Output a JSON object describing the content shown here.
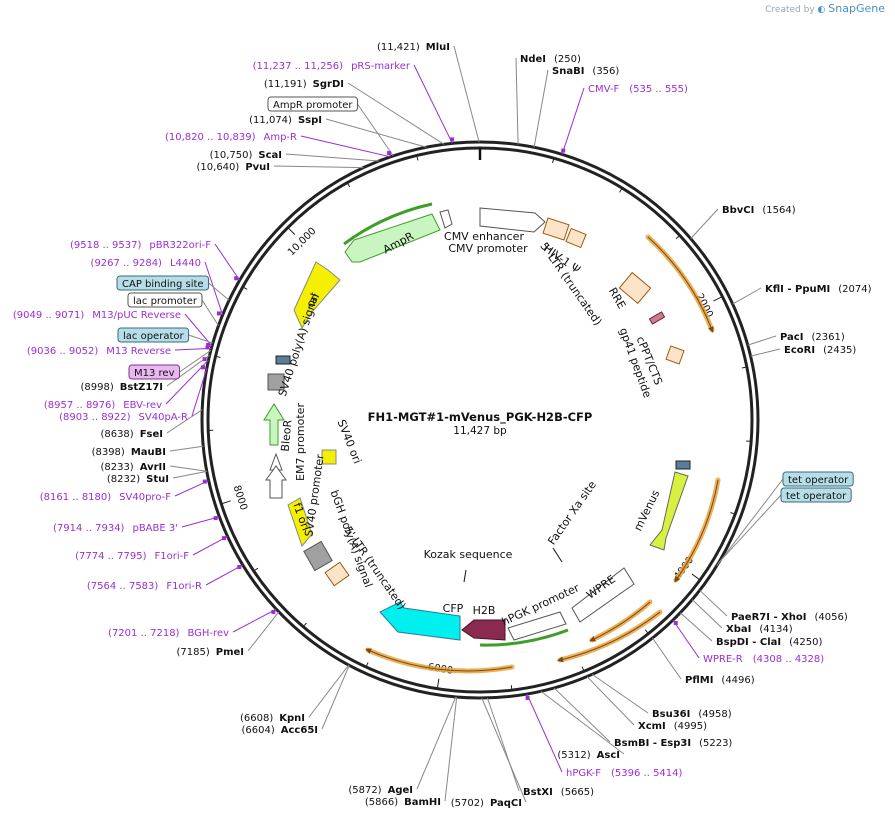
{
  "credit": {
    "text": "Created by",
    "brand": "SnapGene"
  },
  "title": "FH1-MGT#1-mVenus_PGK-H2B-CFP",
  "length_label": "11,427 bp",
  "length": 11427,
  "ticks": [
    "2000",
    "4000",
    "6000",
    "8000",
    "10,000"
  ],
  "colors": {
    "primer": "#9a2fd0",
    "orf_outline": "#e8a23a",
    "backbone": "#222222"
  },
  "enzymes": [
    {
      "name": "MluI",
      "pos": "(11,421)",
      "at": 11421
    },
    {
      "name": "NdeI",
      "pos": "(250)",
      "at": 250
    },
    {
      "name": "SnaBI",
      "pos": "(356)",
      "at": 356
    },
    {
      "name": "SgrDI",
      "pos": "(11,191)",
      "at": 11191
    },
    {
      "name": "SspI",
      "pos": "(11,074)",
      "at": 11074
    },
    {
      "name": "ScaI",
      "pos": "(10,750)",
      "at": 10750
    },
    {
      "name": "PvuI",
      "pos": "(10,640)",
      "at": 10640
    },
    {
      "name": "BbvCI",
      "pos": "(1564)",
      "at": 1564
    },
    {
      "name": "KflI - PpuMI",
      "pos": "(2074)",
      "at": 2074
    },
    {
      "name": "PacI",
      "pos": "(2361)",
      "at": 2361
    },
    {
      "name": "EcoRI",
      "pos": "(2435)",
      "at": 2435
    },
    {
      "name": "BstZ17I",
      "pos": "(8998)",
      "at": 8998
    },
    {
      "name": "FseI",
      "pos": "(8638)",
      "at": 8638
    },
    {
      "name": "MauBI",
      "pos": "(8398)",
      "at": 8398
    },
    {
      "name": "AvrII",
      "pos": "(8233)",
      "at": 8233
    },
    {
      "name": "StuI",
      "pos": "(8232)",
      "at": 8232
    },
    {
      "name": "PmeI",
      "pos": "(7185)",
      "at": 7185
    },
    {
      "name": "KpnI",
      "pos": "(6608)",
      "at": 6608
    },
    {
      "name": "Acc65I",
      "pos": "(6604)",
      "at": 6604
    },
    {
      "name": "AgeI",
      "pos": "(5872)",
      "at": 5872
    },
    {
      "name": "BamHI",
      "pos": "(5866)",
      "at": 5866
    },
    {
      "name": "BstXI",
      "pos": "(5665)",
      "at": 5665
    },
    {
      "name": "PaqCI",
      "pos": "(5702)",
      "at": 5702
    },
    {
      "name": "AscI",
      "pos": "(5312)",
      "at": 5312
    },
    {
      "name": "BsmBI - Esp3I",
      "pos": "(5223)",
      "at": 5223
    },
    {
      "name": "XcmI",
      "pos": "(4995)",
      "at": 4995
    },
    {
      "name": "Bsu36I",
      "pos": "(4958)",
      "at": 4958
    },
    {
      "name": "PflMI",
      "pos": "(4496)",
      "at": 4496
    },
    {
      "name": "BspDI - ClaI",
      "pos": "(4250)",
      "at": 4250
    },
    {
      "name": "XbaI",
      "pos": "(4134)",
      "at": 4134
    },
    {
      "name": "PaeR7I - XhoI",
      "pos": "(4056)",
      "at": 4056
    }
  ],
  "primers": [
    {
      "name": "pRS-marker",
      "range": "(11,237 .. 11,256)",
      "at": 11246
    },
    {
      "name": "CMV-F",
      "range": "(535 .. 555)",
      "at": 545
    },
    {
      "name": "Amp-R",
      "range": "(10,820 .. 10,839)",
      "at": 10830
    },
    {
      "name": "pBR322ori-F",
      "range": "(9518 .. 9537)",
      "at": 9528
    },
    {
      "name": "L4440",
      "range": "(9267 .. 9284)",
      "at": 9275
    },
    {
      "name": "M13/pUC Reverse",
      "range": "(9049 .. 9071)",
      "at": 9060
    },
    {
      "name": "M13 Reverse",
      "range": "(9036 .. 9052)",
      "at": 9044
    },
    {
      "name": "EBV-rev",
      "range": "(8957 .. 8976)",
      "at": 8966
    },
    {
      "name": "SV40pA-R",
      "range": "(8903 .. 8922)",
      "at": 8912
    },
    {
      "name": "SV40pro-F",
      "range": "(8161 .. 8180)",
      "at": 8170
    },
    {
      "name": "pBABE 3'",
      "range": "(7914 .. 7934)",
      "at": 7924
    },
    {
      "name": "F1ori-F",
      "range": "(7774 .. 7795)",
      "at": 7784
    },
    {
      "name": "F1ori-R",
      "range": "(7564 .. 7583)",
      "at": 7573
    },
    {
      "name": "BGH-rev",
      "range": "(7201 .. 7218)",
      "at": 7209
    },
    {
      "name": "WPRE-R",
      "range": "(4308 .. 4328)",
      "at": 4318
    },
    {
      "name": "hPGK-F",
      "range": "(5396 .. 5414)",
      "at": 5405
    }
  ],
  "boxed_labels": [
    {
      "text": "AmpR promoter",
      "style": "plain"
    },
    {
      "text": "CAP binding site",
      "style": "blue"
    },
    {
      "text": "lac promoter",
      "style": "plain"
    },
    {
      "text": "lac operator",
      "style": "blue"
    },
    {
      "text": "M13 rev",
      "style": "purple"
    },
    {
      "text": "tet operator",
      "style": "blue"
    },
    {
      "text": "tet operator",
      "style": "blue"
    }
  ],
  "features": [
    {
      "text": "CMV enhancer"
    },
    {
      "text": "CMV promoter"
    },
    {
      "text": "HIV-1 Ψ"
    },
    {
      "text": "5' LTR (truncated)"
    },
    {
      "text": "RRE"
    },
    {
      "text": "cPPT/CTS"
    },
    {
      "text": "gp41 peptide"
    },
    {
      "text": "AmpR"
    },
    {
      "text": "ori"
    },
    {
      "text": "SV40 poly(A) signal"
    },
    {
      "text": "BleoR"
    },
    {
      "text": "EM7 promoter"
    },
    {
      "text": "SV40 promoter"
    },
    {
      "text": "SV40 ori"
    },
    {
      "text": "bGH poly(A) signal"
    },
    {
      "text": "5' LTR (truncated)"
    },
    {
      "text": "f1 ori"
    },
    {
      "text": "Factor Xa site"
    },
    {
      "text": "mVenus"
    },
    {
      "text": "Kozak sequence"
    },
    {
      "text": "hPGK promoter"
    },
    {
      "text": "WPRE"
    },
    {
      "text": "CFP"
    },
    {
      "text": "H2B"
    }
  ]
}
